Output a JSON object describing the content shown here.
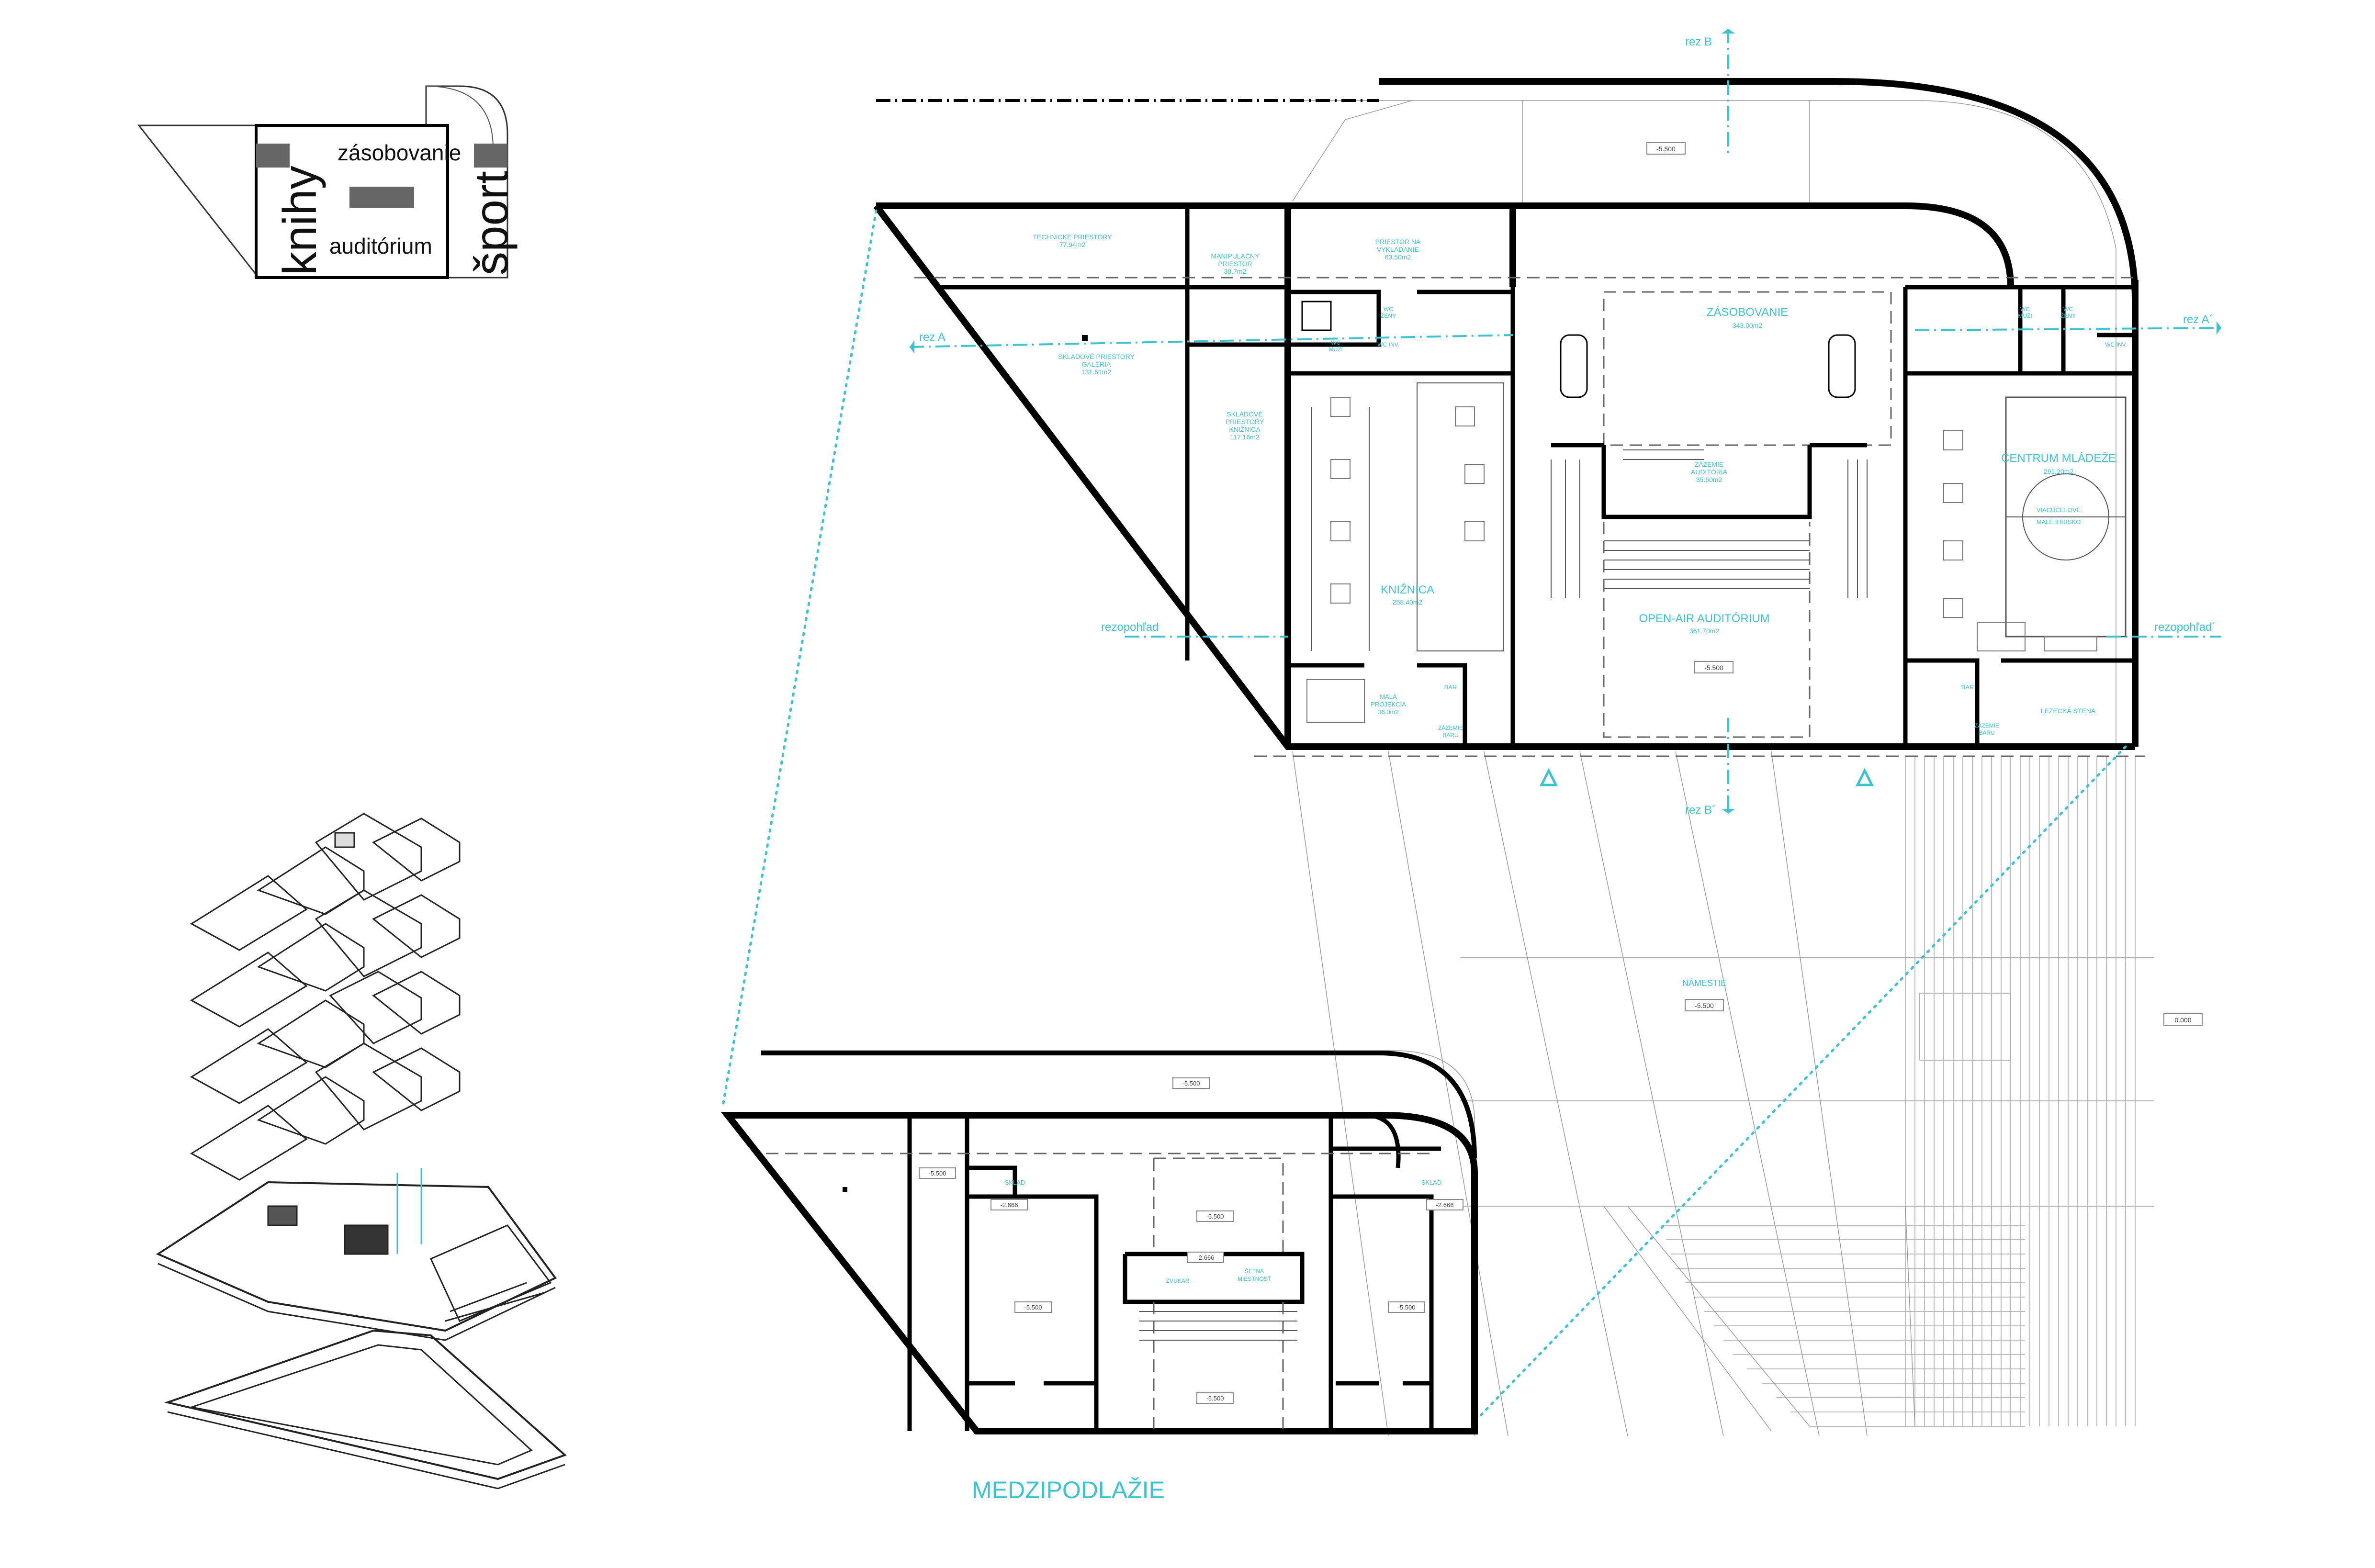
{
  "keyplan": {
    "labels": [
      "zásobovanie",
      "knihy",
      "auditórium",
      "šport"
    ]
  },
  "sections": {
    "rez_a": "rez A",
    "rez_a_prime": "rez A´",
    "rez_b": "rez B",
    "rez_b_prime": "rez B´",
    "rezopohlad_left": "rezopohľad",
    "rezopohlad_right": "rezopohľad´"
  },
  "main_plan": {
    "rooms": {
      "technicke": [
        "TECHNICKÉ PRIESTORY",
        "77.94m2"
      ],
      "manipulacny": [
        "MANIPULAČNÝ",
        "PRIESTOR",
        "38.7m2"
      ],
      "vykladanie": [
        "PRIESTOR NA",
        "VYKLADANIE",
        "63.50m2"
      ],
      "skladove_galeria": [
        "SKLADOVÉ PRIESTORY",
        "GALÉRIA",
        "131.61m2"
      ],
      "skladove_kniznica": [
        "SKLADOVÉ",
        "PRIESTORY",
        "KNIŽNICA",
        "117.16m2"
      ],
      "wc_a": [
        "WC",
        "MUŽI"
      ],
      "wc_b": [
        "WC",
        "ŽENY"
      ],
      "wc_c": [
        "WC INV."
      ],
      "wc_d": [
        "WC",
        "MUŽI"
      ],
      "wc_e": [
        "WC",
        "ŽENY"
      ],
      "wc_f": [
        "WC INV."
      ],
      "zasobovanie": [
        "ZÁSOBOVANIE",
        "343.00m2"
      ],
      "zazemie": [
        "ZÁZEMIE",
        "AUDITÓRIA",
        "35.60m2"
      ],
      "centrum_title": "CENTRUM MLÁDEŽE",
      "centrum_area": "291.20m2",
      "viacucelove": [
        "VIACÚČELOVÉ",
        "MALÉ IHRISKO"
      ],
      "kniznica_title": "KNIŽNICA",
      "kniznica_area": "258.40m2",
      "auditorium_title": "OPEN-AIR AUDITÓRIUM",
      "auditorium_area": "361.70m2",
      "mala_projekcia": [
        "MALÁ",
        "PROJEKCIA",
        "36.0m2"
      ],
      "bar_left": "BAR",
      "zazemie_baru_left": [
        "ZÁZEMIE",
        "BARU"
      ],
      "bar_right": "BAR",
      "zazemie_baru_right": [
        "ZÁZEMIE",
        "BARU"
      ],
      "lezecka": "LEZECKÁ STENA",
      "namestie": "NÁMESTIE"
    },
    "levels": {
      "top": "-5.500",
      "auditorium": "-5.500",
      "namestie": "-5.500",
      "right_plaza": "0.000"
    }
  },
  "mezzanine": {
    "title": "MEDZIPODLAŽIE",
    "levels": {
      "top": "-5.500",
      "left_top": "-5.500",
      "left_stair": "-2.666",
      "center_top": "-5.500",
      "center_small": "-2.666",
      "center_bottom": "-5.500",
      "left_room": "-5.500",
      "right_room": "-5.500",
      "right_stair": "-2.666"
    },
    "rooms": {
      "sklad_left": "SKLAD",
      "sklad_right": "SKLAD",
      "zvukar": "ZVUKAR",
      "setna": [
        "ŠETNÁ",
        "MIESTNOSŤ"
      ]
    }
  }
}
